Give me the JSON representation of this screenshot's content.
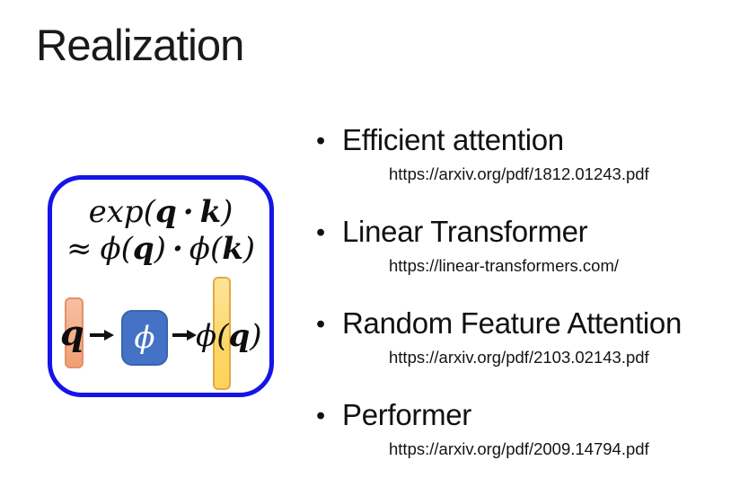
{
  "slide": {
    "title": "Realization"
  },
  "figure": {
    "formula": {
      "exp": "exp",
      "approx": "≈",
      "phi": "ϕ",
      "q": "q",
      "k": "k",
      "cdot": "·",
      "lp": "(",
      "rp": ")"
    },
    "diagram": {
      "input_label": "q",
      "map_label": "ϕ",
      "output_phi": "ϕ",
      "output_lp": "(",
      "output_q": "q",
      "output_rp": ")"
    },
    "colors": {
      "box_border": "#1414e8",
      "input_bar_fill": "#f2a981",
      "input_bar_border": "#e5906a",
      "phi_box_fill": "#4472c4",
      "phi_box_border": "#3a62ae",
      "output_bar_fill": "#fcd767",
      "output_bar_border": "#e2a843"
    }
  },
  "icons": {
    "arrow_right": "→",
    "bullet": "•"
  },
  "bullets": [
    {
      "label": "Efficient attention",
      "url": "https://arxiv.org/pdf/1812.01243.pdf"
    },
    {
      "label": "Linear Transformer",
      "url": "https://linear-transformers.com/"
    },
    {
      "label": "Random Feature Attention",
      "url": "https://arxiv.org/pdf/2103.02143.pdf"
    },
    {
      "label": "Performer",
      "url": "https://arxiv.org/pdf/2009.14794.pdf"
    }
  ]
}
